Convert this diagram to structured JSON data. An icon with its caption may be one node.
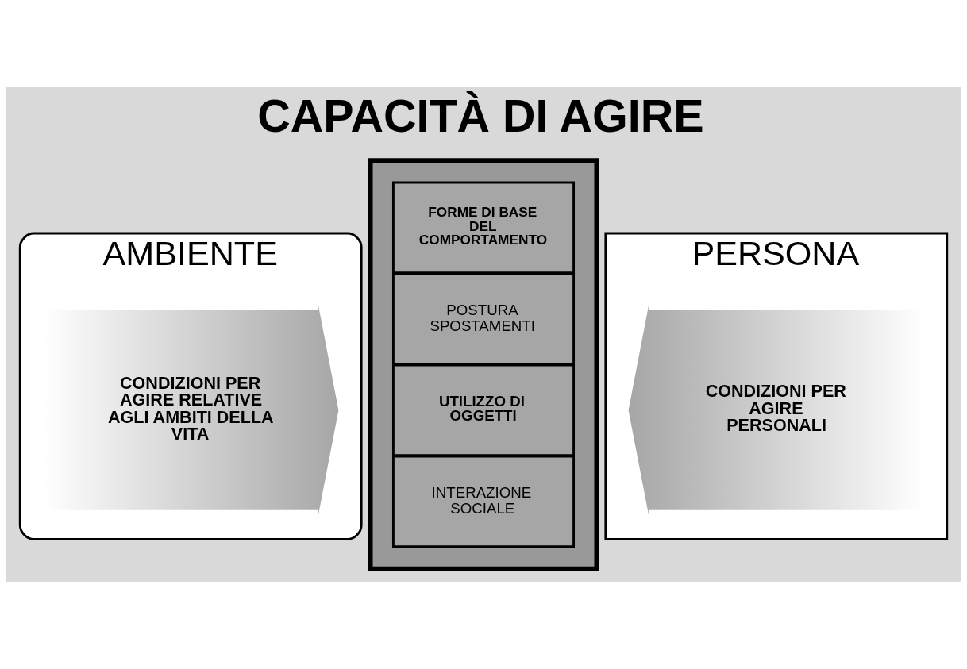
{
  "diagram": {
    "title": "CAPACITÀ DI AGIRE",
    "nodes": [
      {
        "text": [
          "AMBIENTE"
        ]
      },
      {
        "text": [
          "PERSONA"
        ]
      },
      {
        "text": [],
        "shape": "box"
      },
      {
        "text": [
          "FORME DI BASE DEL COMPORTAMENTO"
        ],
        "in": 2
      },
      {
        "text": [
          "POSTURA SPOSTAMENTI"
        ],
        "in": 2
      },
      {
        "text": [
          "UTILIZZO DI OGGETTI"
        ],
        "in": 2
      },
      {
        "text": [
          "INTERAZIONE SOCIALE"
        ],
        "in": 2
      },
      {
        "text": [
          "CONDIZIONI PER AGIRE RELATIVE AGLI AMBITI DELLA VITA"
        ],
        "in": 0
      },
      {
        "text": [
          "CONDIZIONI PER AGIRE PERSONALI"
        ],
        "in": 1
      }
    ]
  }
}
